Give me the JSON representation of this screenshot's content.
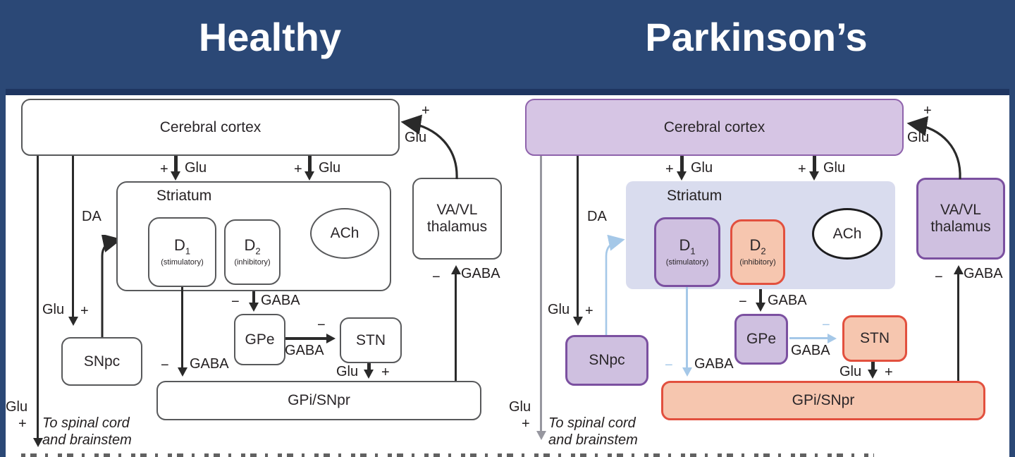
{
  "header": {
    "left_title": "Healthy",
    "right_title": "Parkinson’s"
  },
  "labels": {
    "glu": "Glu",
    "gaba": "GABA",
    "da": "DA",
    "plus": "+",
    "minus": "−"
  },
  "nodes": {
    "cortex": "Cerebral cortex",
    "striatum": "Striatum",
    "d": "D",
    "d1_sub": "1",
    "d1_note": "(stimulatory)",
    "d2_sub": "2",
    "d2_note": "(inhibitory)",
    "ach": "ACh",
    "thalamus_line1": "VA/VL",
    "thalamus_line2": "thalamus",
    "snpc": "SNpc",
    "gpe": "GPe",
    "stn": "STN",
    "gpi": "GPi/SNpr"
  },
  "footnote": {
    "line1": "To spinal cord",
    "line2": "and brainstem"
  },
  "colors": {
    "header_bg": "#2b4876",
    "healthy_border": "#58595b",
    "purple_fill": "#cfc0e0",
    "purple_border": "#7b50a0",
    "cortex_purple_fill": "#d6c5e4",
    "salmon_fill": "#f6c6af",
    "red_border": "#e2503e",
    "striatum_fill": "#d9dcee",
    "reduced_pathway_blue": "#a5c8e8",
    "line_black": "#2a2a2a",
    "line_gray": "#97979f"
  }
}
